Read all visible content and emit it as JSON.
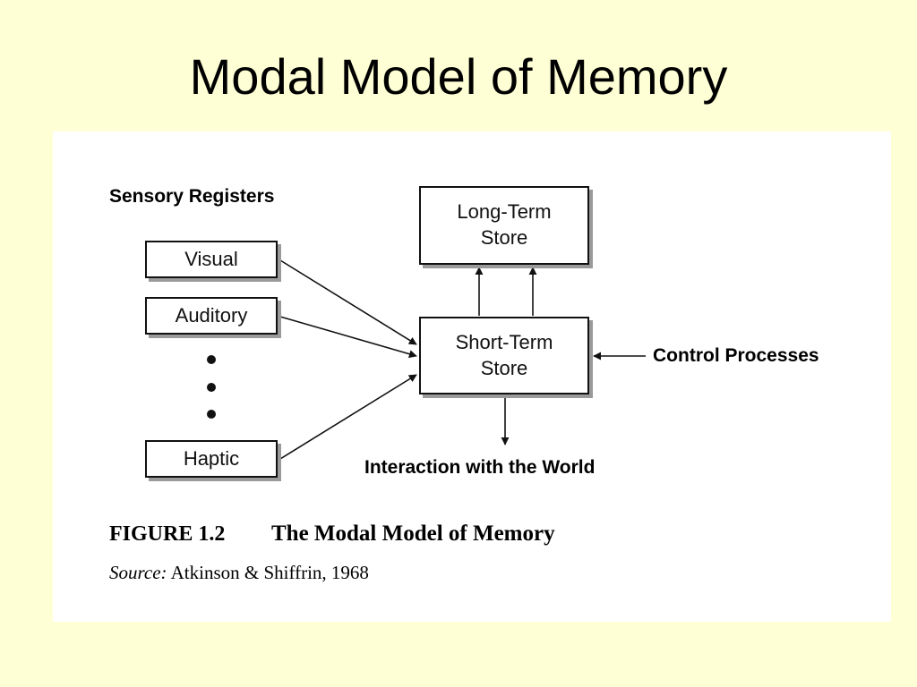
{
  "slide": {
    "title": "Modal Model of Memory"
  },
  "figure": {
    "sensory_registers_heading": "Sensory Registers",
    "registers": [
      "Visual",
      "Auditory",
      "Haptic"
    ],
    "ellipsis_dots": 3,
    "long_term_store": "Long-Term\nStore",
    "short_term_store": "Short-Term\nStore",
    "control_processes": "Control Processes",
    "interaction": "Interaction with the World",
    "caption": {
      "number": "FIGURE 1.2",
      "title": "The Modal Model of Memory"
    },
    "source": {
      "label": "Source:",
      "text": "Atkinson & Shiffrin, 1968"
    }
  },
  "colors": {
    "background": "#FFFFD6",
    "figure_background": "#FFFFFF",
    "ink": "#111111",
    "shadow": "#9A9A9A"
  }
}
